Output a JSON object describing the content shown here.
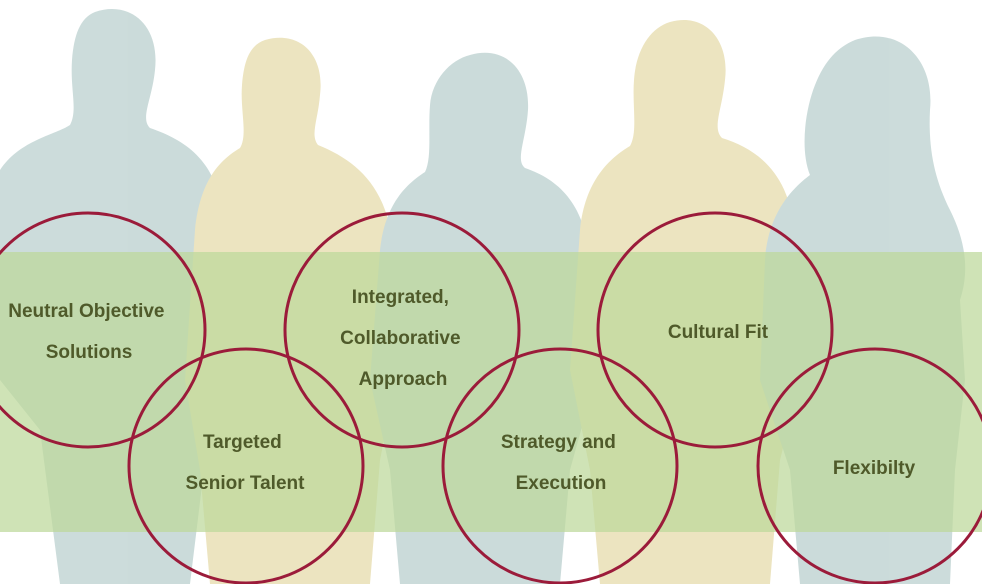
{
  "colors": {
    "background": "#ffffff",
    "band": "#bdd89a",
    "silhouette_blue": "#c9dad9",
    "silhouette_tan": "#ece3bd",
    "circle_stroke": "#9b1b3a",
    "label_text": "#4f5a2a"
  },
  "circles": [
    {
      "id": "neutral",
      "lines": [
        "Neutral Objective",
        "Solutions"
      ]
    },
    {
      "id": "targeted",
      "lines": [
        "Targeted",
        "Senior Talent"
      ]
    },
    {
      "id": "integrated",
      "lines": [
        "Integrated,",
        "Collaborative",
        "Approach"
      ]
    },
    {
      "id": "strategy",
      "lines": [
        "Strategy and",
        "Execution"
      ]
    },
    {
      "id": "cultural",
      "lines": [
        "Cultural Fit"
      ]
    },
    {
      "id": "flexibility",
      "lines": [
        "Flexibilty"
      ]
    }
  ]
}
